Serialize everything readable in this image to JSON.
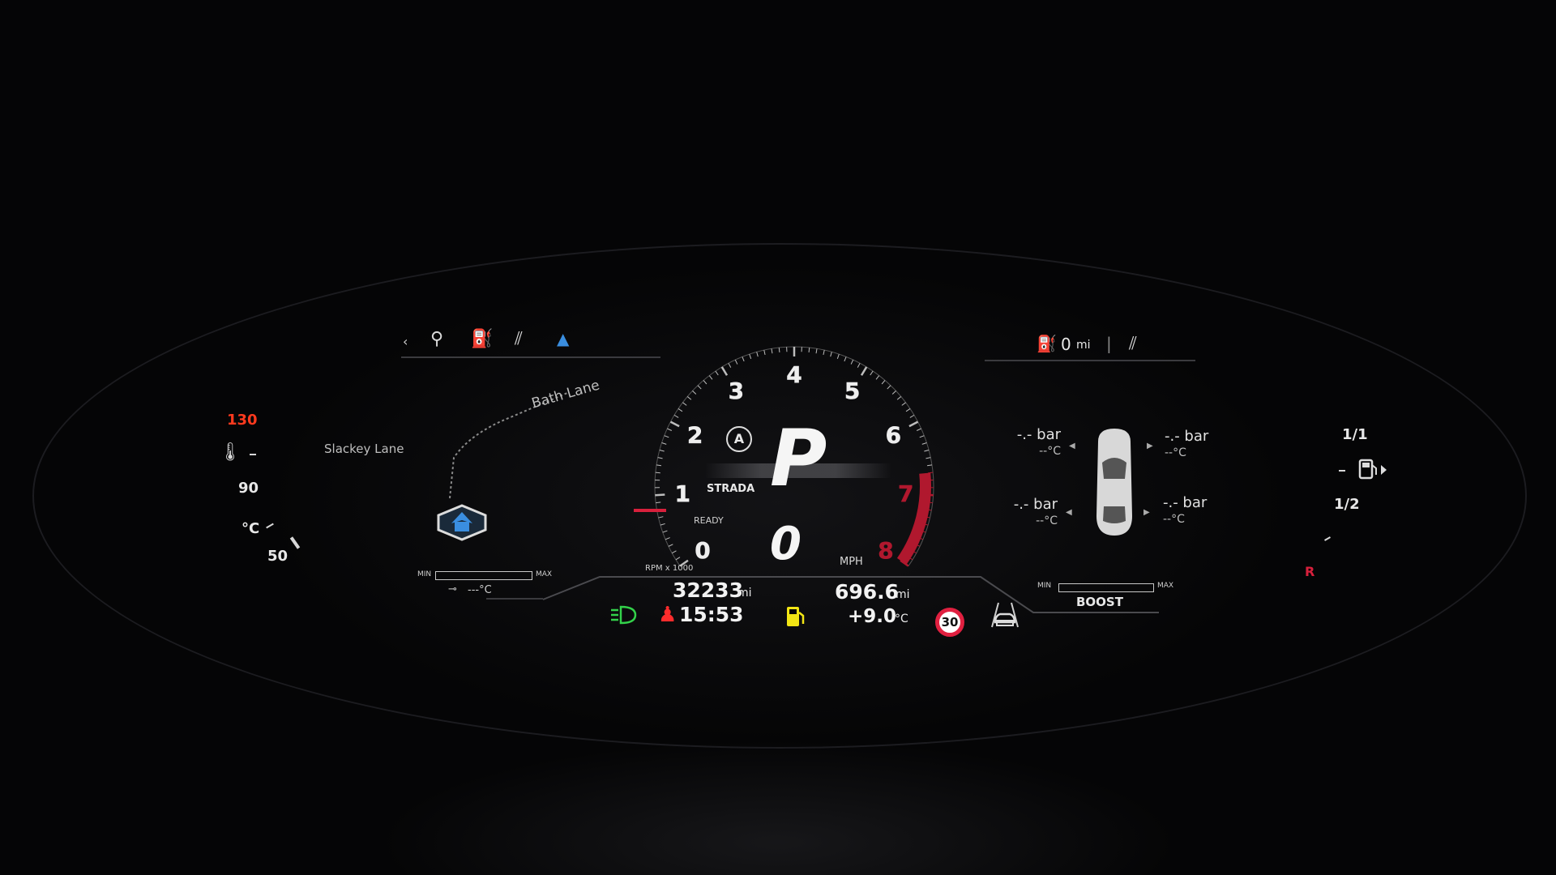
{
  "colors": {
    "accent_red": "#d8203c",
    "redline": "#b0182e",
    "temp_high": "#ff3a1e",
    "lamp_green": "#33d24a",
    "fuel_yellow": "#f2e514",
    "belt_red": "#ff2c2c",
    "nav_blue": "#3a8ee0"
  },
  "top_left_strip": {
    "back_icon": "chevron-left-icon",
    "icons": [
      "driver-assist-icon",
      "fuel-pump-icon",
      "lane-icon",
      "navigation-arrow-icon"
    ]
  },
  "top_right_strip": {
    "range_value": "0",
    "range_unit": "mi",
    "separator": "|",
    "icon": "lane-icon"
  },
  "coolant_gauge": {
    "high": "130",
    "mid": "90",
    "low": "50",
    "unit": "°C",
    "icon": "coolant-temp-icon"
  },
  "navigation": {
    "road_1": "Bath Lane",
    "road_2": "Slackey Lane",
    "vehicle_icon": "nav-car-icon"
  },
  "oil_gauge": {
    "min_label": "MIN",
    "max_label": "MAX",
    "reading": "---°C",
    "icon": "oil-temp-icon"
  },
  "tachometer": {
    "ticks": [
      "0",
      "1",
      "2",
      "3",
      "4",
      "5",
      "6",
      "7",
      "8"
    ],
    "rpm_label": "RPM x 1000",
    "gear": "P",
    "mode": "STRADA",
    "status": "READY",
    "speed": "0",
    "speed_unit": "MPH",
    "mode_icon": "auto-mode-icon",
    "rpm_level": 0
  },
  "bottom_info": {
    "odometer": "32233",
    "odometer_unit": "mi",
    "clock": "15:53",
    "range": "696.6",
    "range_unit": "mi",
    "outside_temp": "+9.0",
    "outside_temp_unit": "°C",
    "speed_limit": "30",
    "lights_icon": "headlight-icon",
    "belt_icon": "seatbelt-warning-icon",
    "fuel_icon": "fuel-icon",
    "assist_icon": "car-front-icon"
  },
  "tires": {
    "front_left": {
      "pressure": "-.- bar",
      "temp": "--°C"
    },
    "front_right": {
      "pressure": "-.- bar",
      "temp": "--°C"
    },
    "rear_left": {
      "pressure": "-.- bar",
      "temp": "--°C"
    },
    "rear_right": {
      "pressure": "-.- bar",
      "temp": "--°C"
    },
    "car_icon": "car-top-view-icon"
  },
  "boost_gauge": {
    "min_label": "MIN",
    "max_label": "MAX",
    "label": "BOOST"
  },
  "fuel_gauge": {
    "full": "1/1",
    "half": "1/2",
    "reserve": "R",
    "icon": "fuel-door-icon"
  }
}
